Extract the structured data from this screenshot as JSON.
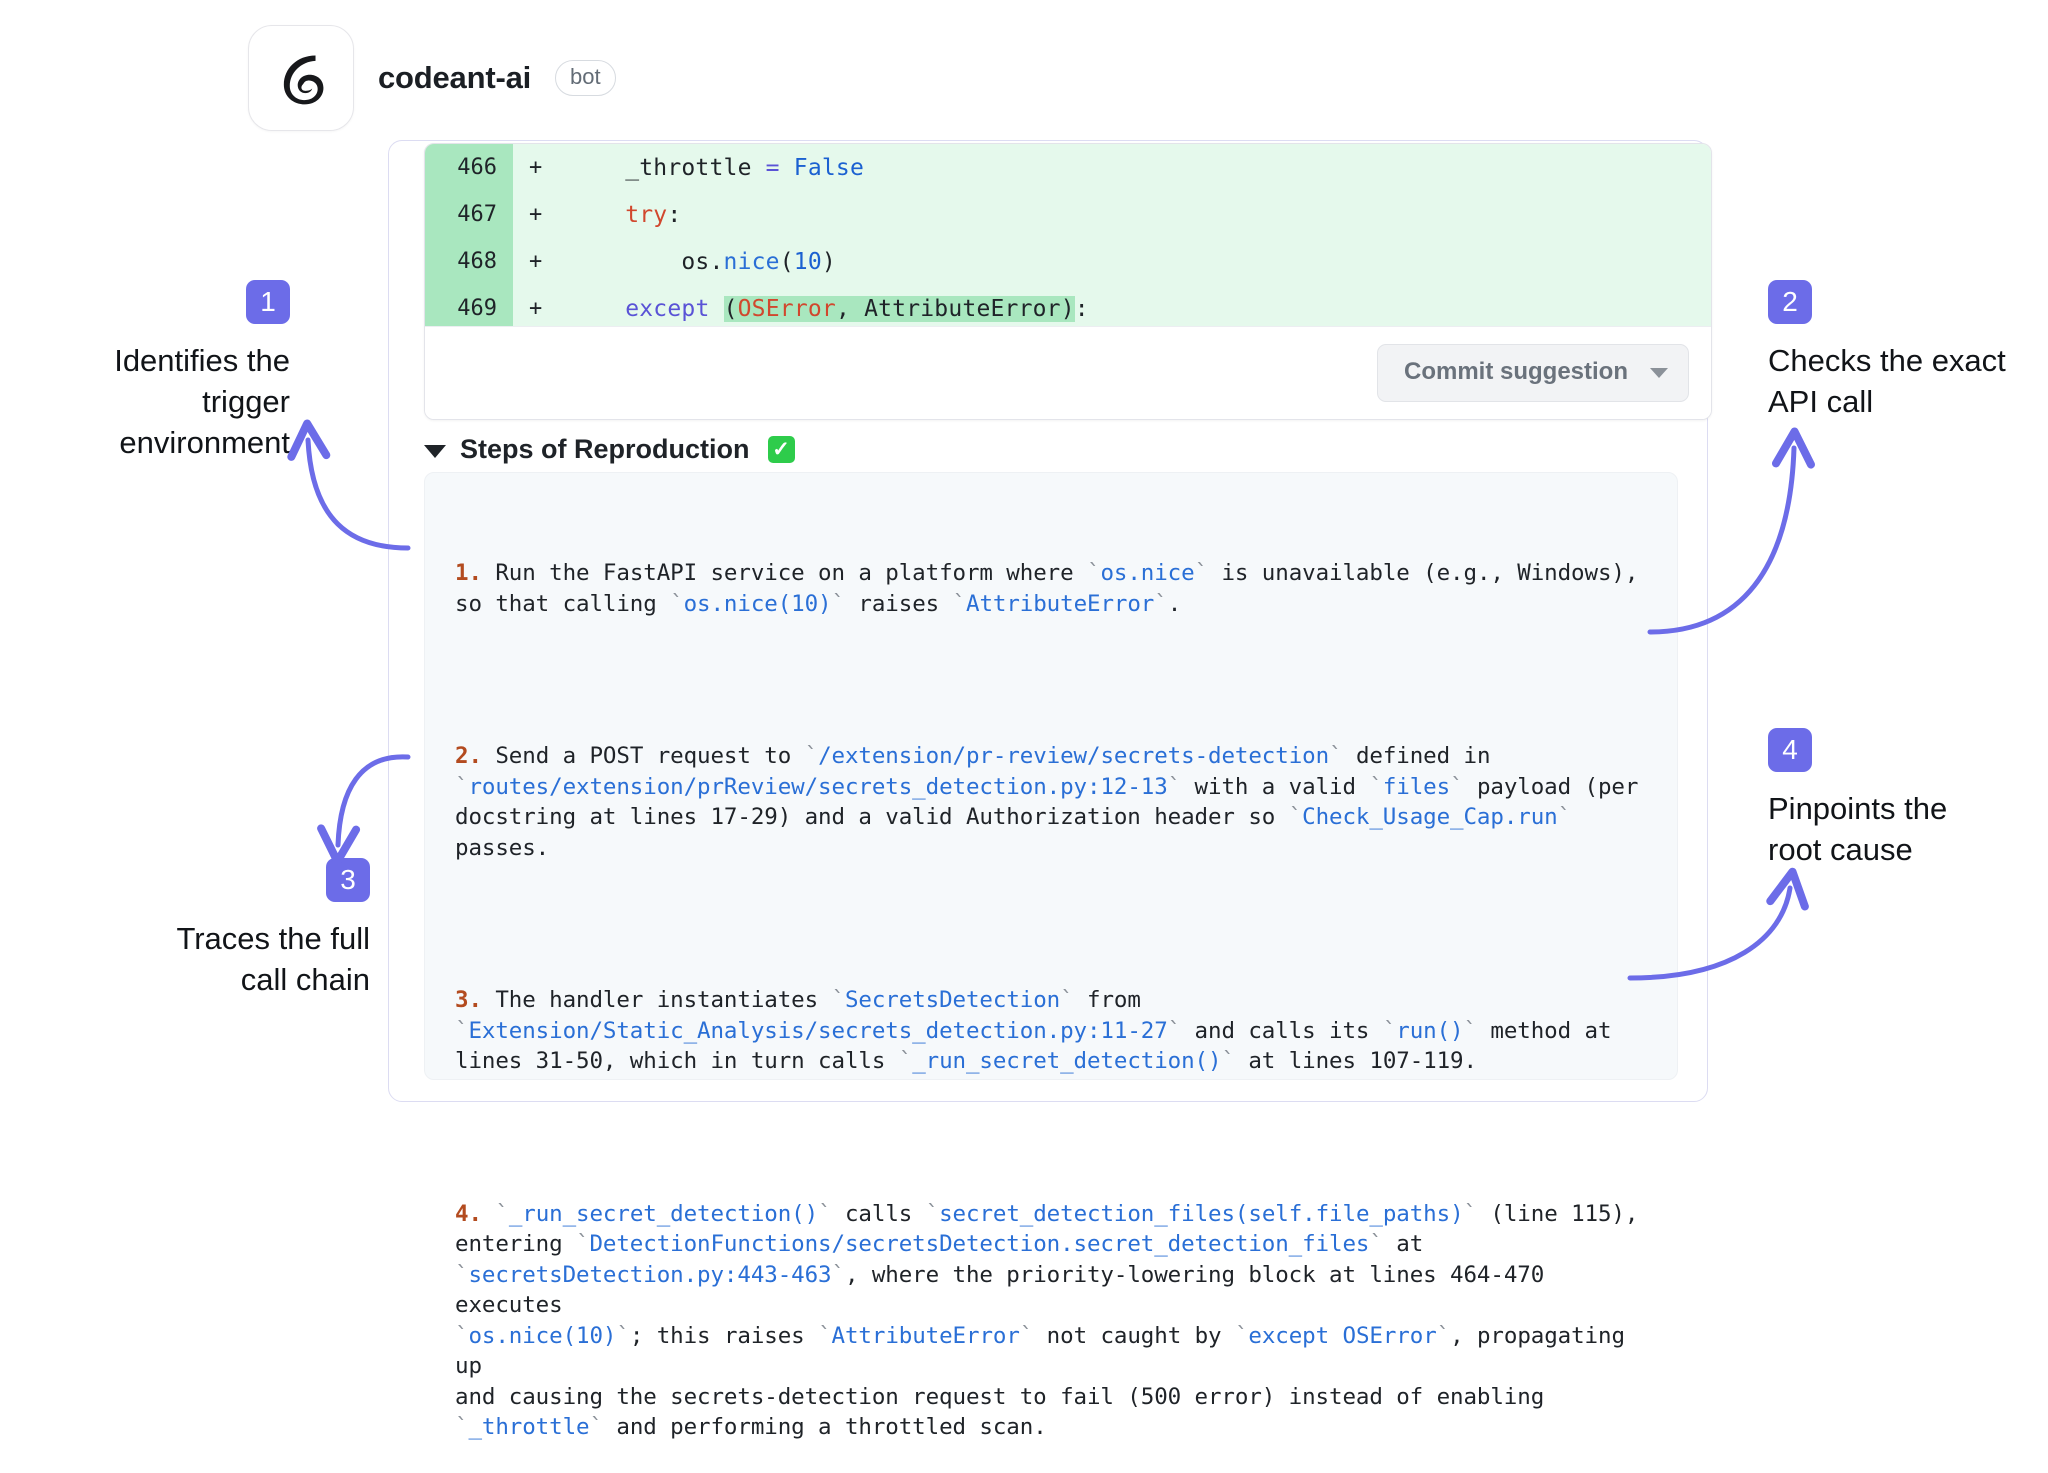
{
  "header": {
    "author": "codeant-ai",
    "bot_badge": "bot",
    "avatar_icon": "codeant-logo-icon"
  },
  "suggestion": {
    "diff_lines": [
      {
        "line_number": "466",
        "marker": "+",
        "code": "_throttle = False"
      },
      {
        "line_number": "467",
        "marker": "+",
        "code": "try:"
      },
      {
        "line_number": "468",
        "marker": "+",
        "code": "    os.nice(10)"
      },
      {
        "line_number": "469",
        "marker": "+",
        "code": "except (OSError, AttributeError):"
      }
    ],
    "commit_button": "Commit suggestion",
    "commit_caret_icon": "chevron-down-icon"
  },
  "steps": {
    "heading": "Steps of Reproduction",
    "heading_check": "✓",
    "toggle_icon": "triangle-down-icon",
    "items": [
      "1. Run the FastAPI service on a platform where `os.nice` is unavailable (e.g., Windows), so that calling `os.nice(10)` raises `AttributeError`.",
      "2. Send a POST request to `/extension/pr-review/secrets-detection` defined in `routes/extension/prReview/secrets_detection.py:12-13` with a valid `files` payload (per docstring at lines 17-29) and a valid Authorization header so `Check_Usage_Cap.run` passes.",
      "3. The handler instantiates `SecretsDetection` from `Extension/Static_Analysis/secrets_detection.py:11-27` and calls its `run()` method at lines 31-50, which in turn calls `_run_secret_detection()` at lines 107-119.",
      "4. `_run_secret_detection()` calls `secret_detection_files(self.file_paths)` (line 115), entering `DetectionFunctions/secretsDetection.secret_detection_files` at `secretsDetection.py:443-463`, where the priority-lowering block at lines 464-470 executes `os.nice(10)`; this raises `AttributeError` not caught by `except OSError`, propagating up and causing the secrets-detection request to fail (500 error) instead of enabling `_throttle` and performing a throttled scan."
    ]
  },
  "callouts": [
    {
      "number": "1",
      "text": "Identifies the trigger\nenvironment",
      "align": "right"
    },
    {
      "number": "2",
      "text": "Checks the exact\nAPI call",
      "align": "left"
    },
    {
      "number": "3",
      "text": "Traces the full\ncall chain",
      "align": "right"
    },
    {
      "number": "4",
      "text": "Pinpoints the\nroot cause",
      "align": "left"
    }
  ],
  "colors": {
    "accent": "#6c6ce8",
    "diff_add_bg": "#e5f9ec",
    "diff_gutter_bg": "#a9e7bf",
    "code_link": "#2a6fd6",
    "check_green": "#2ecc4b"
  }
}
